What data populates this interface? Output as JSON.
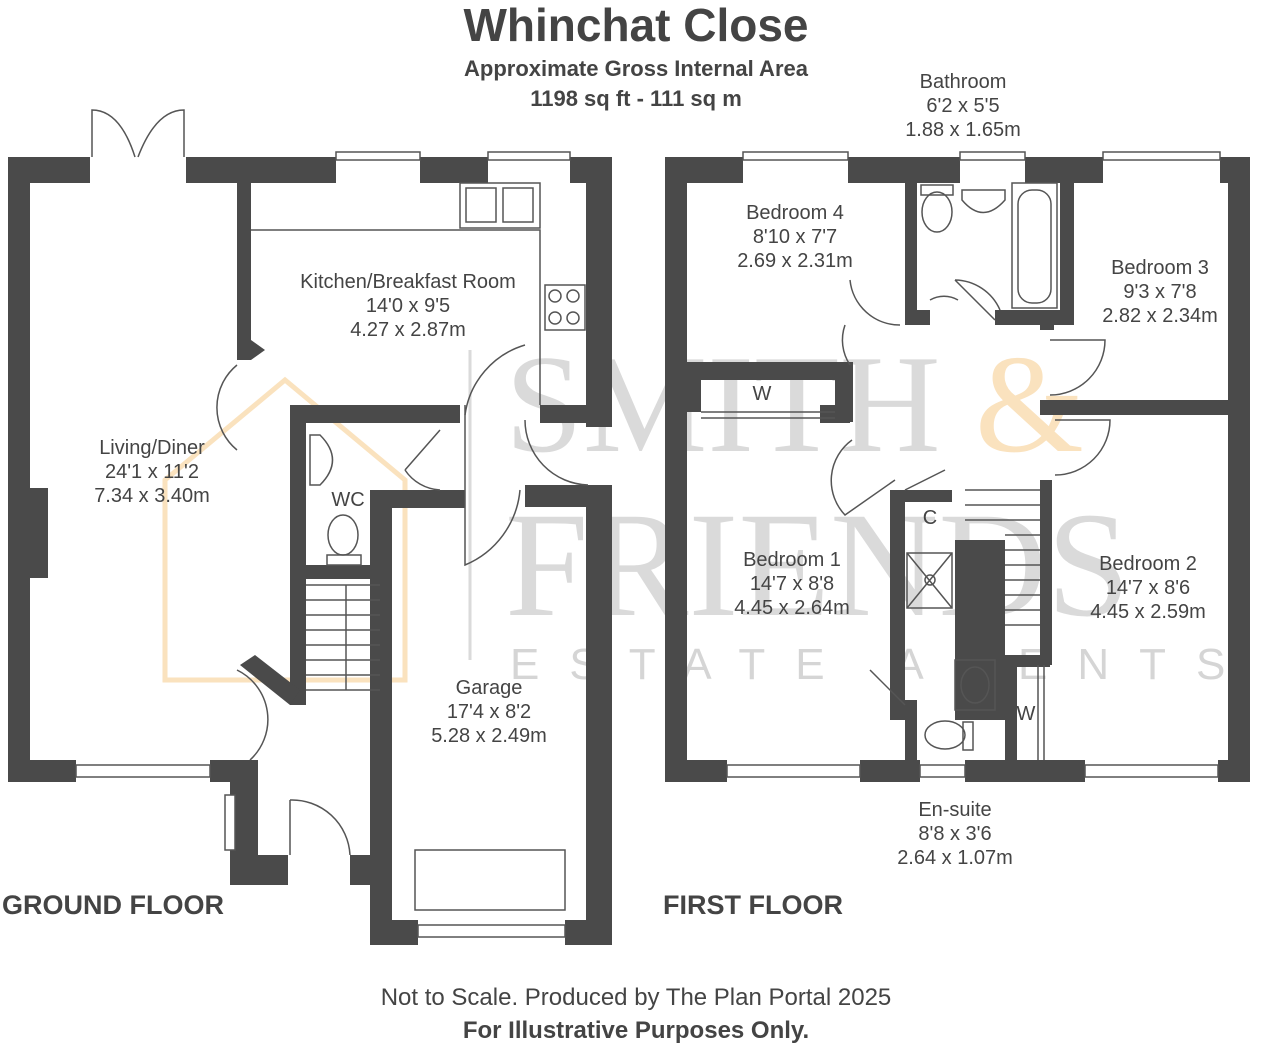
{
  "header": {
    "title": "Whinchat Close",
    "subtitle": "Approximate Gross Internal Area",
    "area": "1198 sq ft - 111 sq m"
  },
  "floors": {
    "ground": "GROUND FLOOR",
    "first": "FIRST FLOOR"
  },
  "rooms": {
    "living": {
      "name": "Living/Diner",
      "imperial": "24'1 x 11'2",
      "metric": "7.34 x 3.40m"
    },
    "kitchen": {
      "name": "Kitchen/Breakfast Room",
      "imperial": "14'0 x 9'5",
      "metric": "4.27 x 2.87m"
    },
    "wc": {
      "name": "WC"
    },
    "garage": {
      "name": "Garage",
      "imperial": "17'4 x 8'2",
      "metric": "5.28 x 2.49m"
    },
    "bathroom": {
      "name": "Bathroom",
      "imperial": "6'2 x 5'5",
      "metric": "1.88 x 1.65m"
    },
    "bedroom4": {
      "name": "Bedroom 4",
      "imperial": "8'10 x 7'7",
      "metric": "2.69 x 2.31m"
    },
    "bedroom3": {
      "name": "Bedroom 3",
      "imperial": "9'3 x 7'8",
      "metric": "2.82 x 2.34m"
    },
    "bedroom1": {
      "name": "Bedroom 1",
      "imperial": "14'7 x 8'8",
      "metric": "4.45 x 2.64m"
    },
    "bedroom2": {
      "name": "Bedroom 2",
      "imperial": "14'7 x 8'6",
      "metric": "4.45 x 2.59m"
    },
    "ensuite": {
      "name": "En-suite",
      "imperial": "8'8 x 3'6",
      "metric": "2.64 x 1.07m"
    },
    "wardrobe1": {
      "name": "W"
    },
    "wardrobe2": {
      "name": "W"
    },
    "cupboard": {
      "name": "C"
    }
  },
  "watermark": {
    "line1": "SMITH",
    "amp": "&",
    "line2": "FRIENDS",
    "line3": "ESTATE AGENTS"
  },
  "footer": {
    "line1": "Not to Scale. Produced by The Plan Portal 2025",
    "line2": "For Illustrative Purposes Only."
  },
  "colors": {
    "wall": "#4a4a4a",
    "text": "#444444",
    "watermark_grey": "#969696",
    "watermark_orange": "#f5be6e"
  }
}
